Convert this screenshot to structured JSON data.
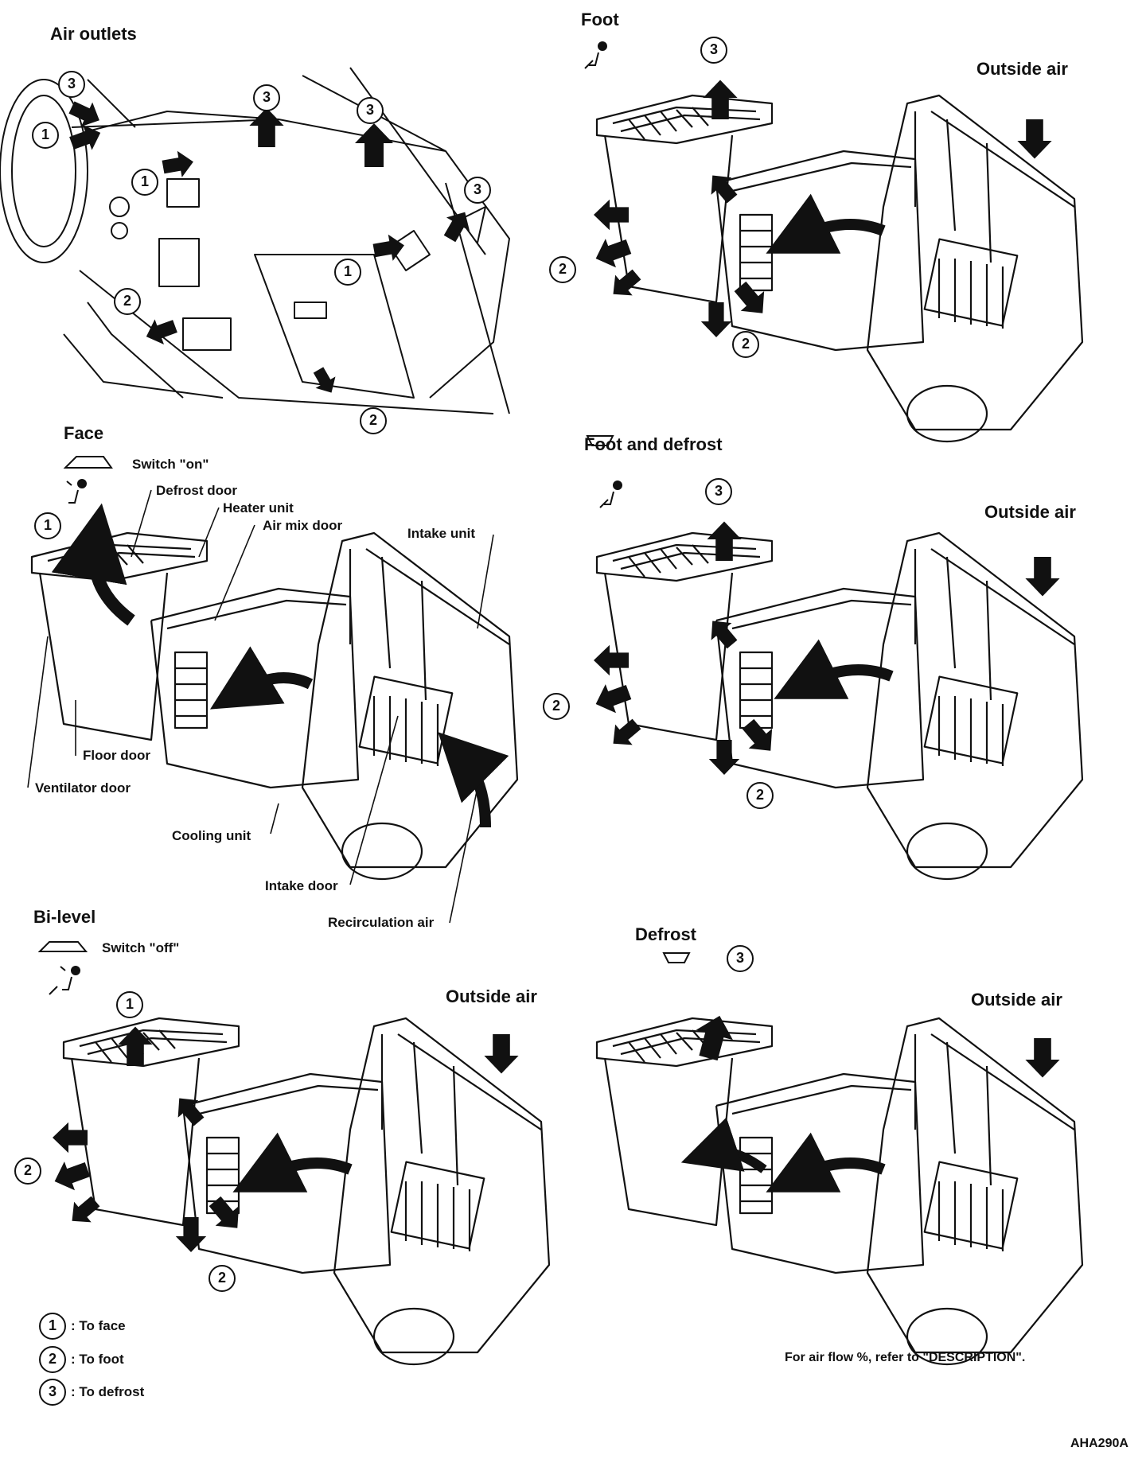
{
  "panels": {
    "air_outlets": {
      "title": "Air outlets"
    },
    "foot": {
      "title": "Foot",
      "outside_air": "Outside air"
    },
    "face": {
      "title": "Face",
      "switch": "Switch \"on\"",
      "labels": {
        "defrost_door": "Defrost door",
        "heater_unit": "Heater unit",
        "air_mix_door": "Air mix door",
        "intake_unit": "Intake unit",
        "floor_door": "Floor door",
        "ventilator_door": "Ventilator door",
        "cooling_unit": "Cooling unit",
        "intake_door": "Intake door",
        "recirculation_air": "Recirculation air"
      }
    },
    "foot_and_defrost": {
      "title": "Foot and defrost",
      "outside_air": "Outside air"
    },
    "bi_level": {
      "title": "Bi-level",
      "switch": "Switch \"off\"",
      "outside_air": "Outside air"
    },
    "defrost": {
      "title": "Defrost",
      "outside_air": "Outside air"
    }
  },
  "callout_numbers": [
    "1",
    "2",
    "3"
  ],
  "legend": [
    {
      "num": "1",
      "text": ": To face"
    },
    {
      "num": "2",
      "text": ": To foot"
    },
    {
      "num": "3",
      "text": ": To defrost"
    }
  ],
  "note": "For air flow %, refer to \"DESCRIPTION\".",
  "figure_code": "AHA290A"
}
